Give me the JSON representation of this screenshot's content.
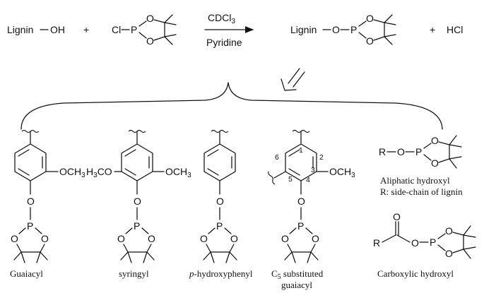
{
  "reaction": {
    "reactant1": "Lignin",
    "reactant1_group": "OH",
    "plus1": "+",
    "reagent_cl": "Cl",
    "conditions_top": "CDCl",
    "conditions_top_sub": "3",
    "conditions_bottom": "Pyridine",
    "product": "Lignin",
    "plus2": "+",
    "byproduct": "HCl"
  },
  "atoms": {
    "P": "P",
    "O": "O"
  },
  "structures": [
    {
      "label": "Guaiacyl"
    },
    {
      "label": "syringyl"
    },
    {
      "label_italic": "p",
      "label": "-hydroxyphenyl"
    },
    {
      "label_line1_prefix": "C",
      "label_line1_sub": "5",
      "label_line1_suffix": " substituted",
      "label_line2": "guaiacyl"
    }
  ],
  "substituents": {
    "och3_right": "OCH",
    "och3_left": "H",
    "och3_left_rest": "CO",
    "sub3": "3"
  },
  "ring_numbers": [
    "1",
    "2",
    "3",
    "4",
    "5",
    "6"
  ],
  "aliphatic": {
    "r_label": "R",
    "title": "Aliphatic hydroxyl",
    "note": "R: side-chain of lignin"
  },
  "carboxylic": {
    "r_label": "R",
    "title": "Carboxylic hydroxyl"
  }
}
